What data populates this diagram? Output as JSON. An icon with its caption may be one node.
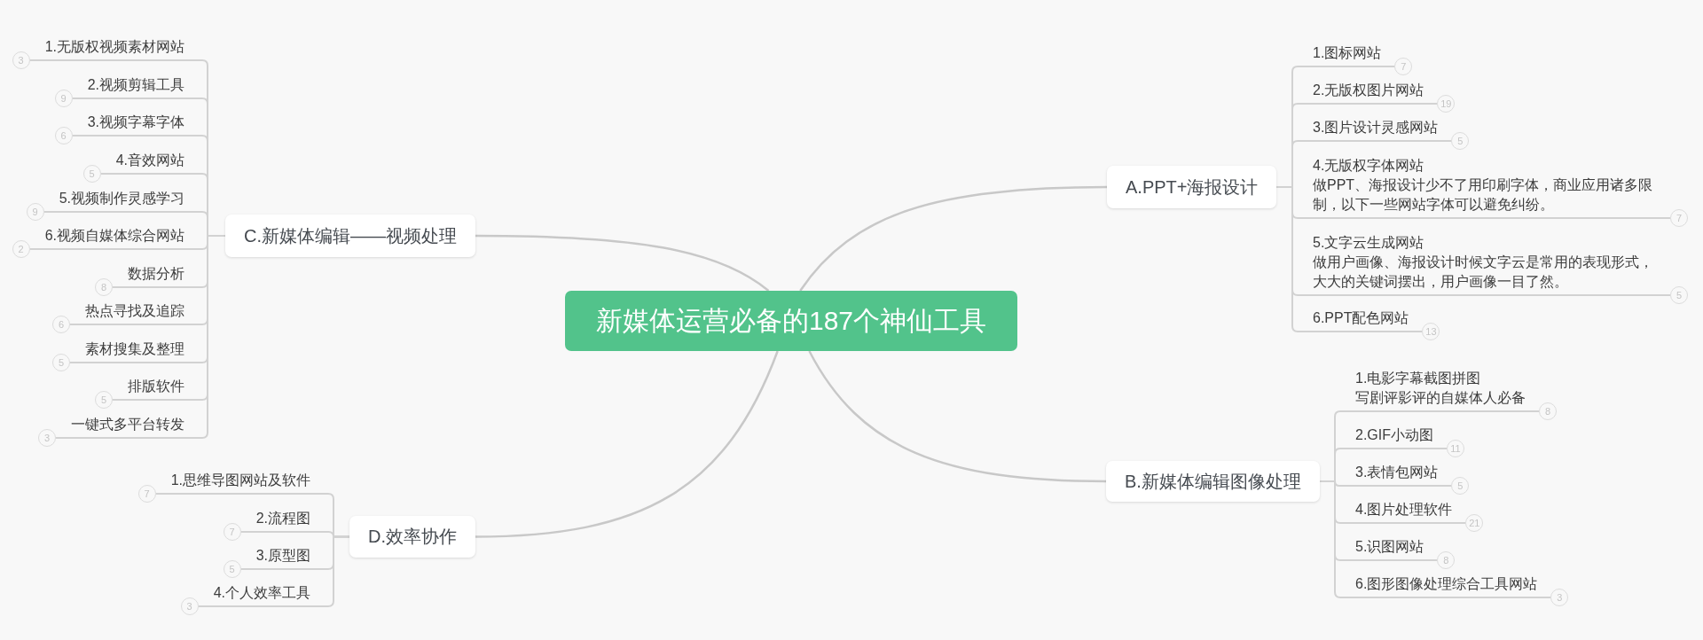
{
  "diagram": {
    "nodes": [
      {
        "text": [
          "新媒体运营必备的187个神仙工具"
        ]
      },
      {
        "text": [
          "A.PPT+海报设计"
        ]
      },
      {
        "text": [
          "1.图标网站"
        ],
        "beside": [
          "7"
        ]
      },
      {
        "text": [
          "2.无版权图片网站"
        ],
        "beside": [
          "19"
        ]
      },
      {
        "text": [
          "3.图片设计灵感网站"
        ],
        "beside": [
          "5"
        ]
      },
      {
        "text": [
          "4.无版权字体网站",
          "做PPT、海报设计少不了用印刷字体，商业应用诸多限制，以下一些网站字体可以避免纠纷。"
        ],
        "beside": [
          "7"
        ]
      },
      {
        "text": [
          "5.文字云生成网站",
          "做用户画像、海报设计时候文字云是常用的表现形式，大大的关键词摆出，用户画像一目了然。"
        ],
        "beside": [
          "5"
        ]
      },
      {
        "text": [
          "6.PPT配色网站"
        ],
        "beside": [
          "13"
        ]
      },
      {
        "text": [
          "B.新媒体编辑图像处理"
        ]
      },
      {
        "text": [
          "1.电影字幕截图拼图",
          "写剧评影评的自媒体人必备"
        ],
        "beside": [
          "8"
        ]
      },
      {
        "text": [
          "2.GIF小动图"
        ],
        "beside": [
          "11"
        ]
      },
      {
        "text": [
          "3.表情包网站"
        ],
        "beside": [
          "5"
        ]
      },
      {
        "text": [
          "4.图片处理软件"
        ],
        "beside": [
          "21"
        ]
      },
      {
        "text": [
          "5.识图网站"
        ],
        "beside": [
          "8"
        ]
      },
      {
        "text": [
          "6.图形图像处理综合工具网站"
        ],
        "beside": [
          "3"
        ]
      },
      {
        "text": [
          "C.新媒体编辑——视频处理"
        ]
      },
      {
        "text": [
          "1.无版权视频素材网站"
        ],
        "beside": [
          "3"
        ]
      },
      {
        "text": [
          "2.视频剪辑工具"
        ],
        "beside": [
          "9"
        ]
      },
      {
        "text": [
          "3.视频字幕字体"
        ],
        "beside": [
          "6"
        ]
      },
      {
        "text": [
          "4.音效网站"
        ],
        "beside": [
          "5"
        ]
      },
      {
        "text": [
          "5.视频制作灵感学习"
        ],
        "beside": [
          "9"
        ]
      },
      {
        "text": [
          "6.视频自媒体综合网站"
        ],
        "beside": [
          "2"
        ]
      },
      {
        "text": [
          "数据分析"
        ],
        "beside": [
          "8"
        ]
      },
      {
        "text": [
          "热点寻找及追踪"
        ],
        "beside": [
          "6"
        ]
      },
      {
        "text": [
          "素材搜集及整理"
        ],
        "beside": [
          "5"
        ]
      },
      {
        "text": [
          "排版软件"
        ],
        "beside": [
          "5"
        ]
      },
      {
        "text": [
          "一键式多平台转发"
        ],
        "beside": [
          "3"
        ]
      },
      {
        "text": [
          "D.效率协作"
        ]
      },
      {
        "text": [
          "1.思维导图网站及软件"
        ],
        "beside": [
          "7"
        ]
      },
      {
        "text": [
          "2.流程图"
        ],
        "beside": [
          "7"
        ]
      },
      {
        "text": [
          "3.原型图"
        ],
        "beside": [
          "5"
        ]
      },
      {
        "text": [
          "4.个人效率工具"
        ],
        "beside": [
          "3"
        ]
      }
    ],
    "edges": [
      {
        "from": 0,
        "to": 1,
        "arrow": "none"
      },
      {
        "from": 0,
        "to": 8,
        "arrow": "none"
      },
      {
        "from": 0,
        "to": 15,
        "arrow": "none"
      },
      {
        "from": 0,
        "to": 27,
        "arrow": "none"
      },
      {
        "from": 1,
        "to": 2,
        "arrow": "none"
      },
      {
        "from": 1,
        "to": 3,
        "arrow": "none"
      },
      {
        "from": 1,
        "to": 4,
        "arrow": "none"
      },
      {
        "from": 1,
        "to": 5,
        "arrow": "none"
      },
      {
        "from": 1,
        "to": 6,
        "arrow": "none"
      },
      {
        "from": 1,
        "to": 7,
        "arrow": "none"
      },
      {
        "from": 8,
        "to": 9,
        "arrow": "none"
      },
      {
        "from": 8,
        "to": 10,
        "arrow": "none"
      },
      {
        "from": 8,
        "to": 11,
        "arrow": "none"
      },
      {
        "from": 8,
        "to": 12,
        "arrow": "none"
      },
      {
        "from": 8,
        "to": 13,
        "arrow": "none"
      },
      {
        "from": 8,
        "to": 14,
        "arrow": "none"
      },
      {
        "from": 15,
        "to": 16,
        "arrow": "none"
      },
      {
        "from": 15,
        "to": 17,
        "arrow": "none"
      },
      {
        "from": 15,
        "to": 18,
        "arrow": "none"
      },
      {
        "from": 15,
        "to": 19,
        "arrow": "none"
      },
      {
        "from": 15,
        "to": 20,
        "arrow": "none"
      },
      {
        "from": 15,
        "to": 21,
        "arrow": "none"
      },
      {
        "from": 15,
        "to": 22,
        "arrow": "none"
      },
      {
        "from": 15,
        "to": 23,
        "arrow": "none"
      },
      {
        "from": 15,
        "to": 24,
        "arrow": "none"
      },
      {
        "from": 15,
        "to": 25,
        "arrow": "none"
      },
      {
        "from": 15,
        "to": 26,
        "arrow": "none"
      },
      {
        "from": 27,
        "to": 28,
        "arrow": "none"
      },
      {
        "from": 27,
        "to": 29,
        "arrow": "none"
      },
      {
        "from": 27,
        "to": 30,
        "arrow": "none"
      },
      {
        "from": 27,
        "to": 31,
        "arrow": "none"
      }
    ]
  }
}
